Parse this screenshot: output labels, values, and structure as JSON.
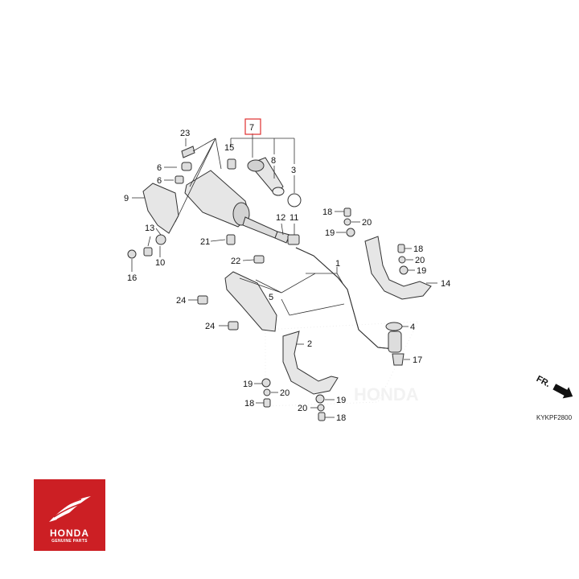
{
  "callouts": {
    "c1": "1",
    "c2": "2",
    "c3": "3",
    "c4": "4",
    "c5": "5",
    "c6": "6",
    "c7": "7",
    "c8": "8",
    "c9": "9",
    "c10": "10",
    "c11": "11",
    "c12": "12",
    "c13": "13",
    "c14": "14",
    "c15": "15",
    "c16": "16",
    "c17": "17",
    "c18": "18",
    "c19": "19",
    "c20": "20",
    "c21": "21",
    "c22": "22",
    "c23": "23",
    "c24": "24"
  },
  "highlighted_part": "7",
  "direction_label": "FR.",
  "diagram_code": "KYKPF2800",
  "logo": {
    "brand": "HONDA",
    "tagline": "GENUINE PARTS",
    "background_color": "#cc1f24"
  },
  "colors": {
    "highlight_box": "#e03030",
    "line": "#333333",
    "part_fill": "#e6e6e6"
  }
}
